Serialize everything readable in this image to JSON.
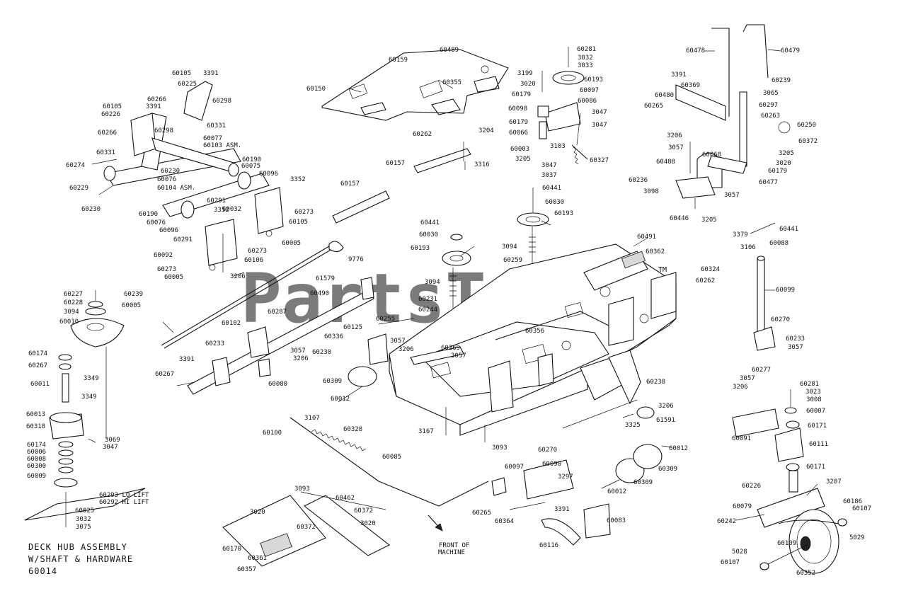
{
  "watermark": "PartsTree",
  "trademark": "TM",
  "caption": {
    "line1": "DECK HUB ASSEMBLY",
    "line2": "W/SHAFT & HARDWARE",
    "line3": "60014"
  },
  "front_note": {
    "line1": "FRONT OF",
    "line2": "MACHINE"
  },
  "labels": [
    {
      "id": "l1",
      "text": "60159"
    },
    {
      "id": "l2",
      "text": "60489"
    },
    {
      "id": "l3",
      "text": "60150"
    },
    {
      "id": "l4",
      "text": "60355"
    },
    {
      "id": "l5",
      "text": "60262"
    },
    {
      "id": "l6",
      "text": "3204"
    },
    {
      "id": "l7",
      "text": "60157"
    },
    {
      "id": "l8",
      "text": "3316"
    },
    {
      "id": "l9",
      "text": "60157"
    },
    {
      "id": "l10",
      "text": "60105"
    },
    {
      "id": "l11",
      "text": "3391"
    },
    {
      "id": "l12",
      "text": "60225"
    },
    {
      "id": "l13",
      "text": "60298"
    },
    {
      "id": "l14",
      "text": "60266"
    },
    {
      "id": "l15",
      "text": "60105"
    },
    {
      "id": "l16",
      "text": "3391"
    },
    {
      "id": "l17",
      "text": "60226"
    },
    {
      "id": "l18",
      "text": "60331"
    },
    {
      "id": "l19",
      "text": "60298"
    },
    {
      "id": "l20",
      "text": "60266"
    },
    {
      "id": "l21",
      "text": "60077"
    },
    {
      "id": "l22",
      "text": "60103 ASM."
    },
    {
      "id": "l23",
      "text": "60331"
    },
    {
      "id": "l24",
      "text": "60190"
    },
    {
      "id": "l25",
      "text": "60274"
    },
    {
      "id": "l26",
      "text": "60230"
    },
    {
      "id": "l27",
      "text": "60075"
    },
    {
      "id": "l28",
      "text": "60096"
    },
    {
      "id": "l29",
      "text": "3352"
    },
    {
      "id": "l30",
      "text": "60076"
    },
    {
      "id": "l31",
      "text": "60104 ASM."
    },
    {
      "id": "l32",
      "text": "60229"
    },
    {
      "id": "l33",
      "text": "60291"
    },
    {
      "id": "l34",
      "text": "60230"
    },
    {
      "id": "l35",
      "text": "3352"
    },
    {
      "id": "l36",
      "text": "60032"
    },
    {
      "id": "l37",
      "text": "60273"
    },
    {
      "id": "l38",
      "text": "60190"
    },
    {
      "id": "l39",
      "text": "60105"
    },
    {
      "id": "l40",
      "text": "60076"
    },
    {
      "id": "l41",
      "text": "60096"
    },
    {
      "id": "l42",
      "text": "60005"
    },
    {
      "id": "l43",
      "text": "60291"
    },
    {
      "id": "l44",
      "text": "60273"
    },
    {
      "id": "l45",
      "text": "60092"
    },
    {
      "id": "l46",
      "text": "60106"
    },
    {
      "id": "l47",
      "text": "60273"
    },
    {
      "id": "l48",
      "text": "60005"
    },
    {
      "id": "l49",
      "text": "3206"
    },
    {
      "id": "l50",
      "text": "60281"
    },
    {
      "id": "l51",
      "text": "3032"
    },
    {
      "id": "l52",
      "text": "3033"
    },
    {
      "id": "l53",
      "text": "3199"
    },
    {
      "id": "l54",
      "text": "60193"
    },
    {
      "id": "l55",
      "text": "3020"
    },
    {
      "id": "l56",
      "text": "60097"
    },
    {
      "id": "l57",
      "text": "60179"
    },
    {
      "id": "l58",
      "text": "60086"
    },
    {
      "id": "l59",
      "text": "60098"
    },
    {
      "id": "l60",
      "text": "3047"
    },
    {
      "id": "l61",
      "text": "60179"
    },
    {
      "id": "l62",
      "text": "3047"
    },
    {
      "id": "l63",
      "text": "60066"
    },
    {
      "id": "l64",
      "text": "3103"
    },
    {
      "id": "l65",
      "text": "60003"
    },
    {
      "id": "l66",
      "text": "3205"
    },
    {
      "id": "l67",
      "text": "3047"
    },
    {
      "id": "l68",
      "text": "60327"
    },
    {
      "id": "l69",
      "text": "3037"
    },
    {
      "id": "l70",
      "text": "60441"
    },
    {
      "id": "l71",
      "text": "60030"
    },
    {
      "id": "l72",
      "text": "60193"
    },
    {
      "id": "l73",
      "text": "60478"
    },
    {
      "id": "l74",
      "text": "60479"
    },
    {
      "id": "l75",
      "text": "3391"
    },
    {
      "id": "l76",
      "text": "60239"
    },
    {
      "id": "l77",
      "text": "60369"
    },
    {
      "id": "l78",
      "text": "3065"
    },
    {
      "id": "l79",
      "text": "60480"
    },
    {
      "id": "l80",
      "text": "60297"
    },
    {
      "id": "l81",
      "text": "60265"
    },
    {
      "id": "l82",
      "text": "60263"
    },
    {
      "id": "l83",
      "text": "60250"
    },
    {
      "id": "l84",
      "text": "3206"
    },
    {
      "id": "l85",
      "text": "60372"
    },
    {
      "id": "l86",
      "text": "3057"
    },
    {
      "id": "l87",
      "text": "60068"
    },
    {
      "id": "l88",
      "text": "3205"
    },
    {
      "id": "l89",
      "text": "60488"
    },
    {
      "id": "l90",
      "text": "3020"
    },
    {
      "id": "l91",
      "text": "60179"
    },
    {
      "id": "l92",
      "text": "60236"
    },
    {
      "id": "l93",
      "text": "60477"
    },
    {
      "id": "l94",
      "text": "3098"
    },
    {
      "id": "l95",
      "text": "3057"
    },
    {
      "id": "l96",
      "text": "60446"
    },
    {
      "id": "l97",
      "text": "3205"
    },
    {
      "id": "l98",
      "text": "60441"
    },
    {
      "id": "l99",
      "text": "60030"
    },
    {
      "id": "l100",
      "text": "60193"
    },
    {
      "id": "l101",
      "text": "3094"
    },
    {
      "id": "l102",
      "text": "60231"
    },
    {
      "id": "l103",
      "text": "60244"
    },
    {
      "id": "l104",
      "text": "3094"
    },
    {
      "id": "l105",
      "text": "60259"
    },
    {
      "id": "l106",
      "text": "60491"
    },
    {
      "id": "l107",
      "text": "60362"
    },
    {
      "id": "l108",
      "text": "60324"
    },
    {
      "id": "l109",
      "text": "60262"
    },
    {
      "id": "l110",
      "text": "3379"
    },
    {
      "id": "l111",
      "text": "60441"
    },
    {
      "id": "l112",
      "text": "3106"
    },
    {
      "id": "l113",
      "text": "60088"
    },
    {
      "id": "l114",
      "text": "60099"
    },
    {
      "id": "l115",
      "text": "9776"
    },
    {
      "id": "l116",
      "text": "61579"
    },
    {
      "id": "l117",
      "text": "60490"
    },
    {
      "id": "l118",
      "text": "60227"
    },
    {
      "id": "l119",
      "text": "60239"
    },
    {
      "id": "l120",
      "text": "60228"
    },
    {
      "id": "l121",
      "text": "60005"
    },
    {
      "id": "l122",
      "text": "3094"
    },
    {
      "id": "l123",
      "text": "60010"
    },
    {
      "id": "l124",
      "text": "60174"
    },
    {
      "id": "l125",
      "text": "60267"
    },
    {
      "id": "l126",
      "text": "60011"
    },
    {
      "id": "l127",
      "text": "3349"
    },
    {
      "id": "l128",
      "text": "3349"
    },
    {
      "id": "l129",
      "text": "60013"
    },
    {
      "id": "l130",
      "text": "60318"
    },
    {
      "id": "l131",
      "text": "3069"
    },
    {
      "id": "l132",
      "text": "3047"
    },
    {
      "id": "l133",
      "text": "60174"
    },
    {
      "id": "l134",
      "text": "60006"
    },
    {
      "id": "l135",
      "text": "60008"
    },
    {
      "id": "l136",
      "text": "60300"
    },
    {
      "id": "l137",
      "text": "60009"
    },
    {
      "id": "l138",
      "text": "60293 LO LIFT"
    },
    {
      "id": "l139",
      "text": "60292 HI LIFT"
    },
    {
      "id": "l140",
      "text": "60025"
    },
    {
      "id": "l141",
      "text": "3032"
    },
    {
      "id": "l142",
      "text": "3075"
    },
    {
      "id": "l143",
      "text": "60287"
    },
    {
      "id": "l144",
      "text": "60102"
    },
    {
      "id": "l145",
      "text": "60233"
    },
    {
      "id": "l146",
      "text": "3391"
    },
    {
      "id": "l147",
      "text": "3057"
    },
    {
      "id": "l148",
      "text": "3206"
    },
    {
      "id": "l149",
      "text": "60267"
    },
    {
      "id": "l150",
      "text": "60080"
    },
    {
      "id": "l151",
      "text": "60255"
    },
    {
      "id": "l152",
      "text": "60125"
    },
    {
      "id": "l153",
      "text": "60336"
    },
    {
      "id": "l154",
      "text": "3057"
    },
    {
      "id": "l155",
      "text": "3206"
    },
    {
      "id": "l156",
      "text": "60230"
    },
    {
      "id": "l157",
      "text": "60269"
    },
    {
      "id": "l158",
      "text": "3057"
    },
    {
      "id": "l159",
      "text": "60356"
    },
    {
      "id": "l160",
      "text": "60309"
    },
    {
      "id": "l161",
      "text": "60012"
    },
    {
      "id": "l162",
      "text": "3167"
    },
    {
      "id": "l163",
      "text": "3093"
    },
    {
      "id": "l164",
      "text": "60270"
    },
    {
      "id": "l165",
      "text": "60238"
    },
    {
      "id": "l166",
      "text": "3206"
    },
    {
      "id": "l167",
      "text": "3325"
    },
    {
      "id": "l168",
      "text": "61591"
    },
    {
      "id": "l169",
      "text": "60270"
    },
    {
      "id": "l170",
      "text": "60233"
    },
    {
      "id": "l171",
      "text": "3057"
    },
    {
      "id": "l172",
      "text": "60277"
    },
    {
      "id": "l173",
      "text": "3057"
    },
    {
      "id": "l174",
      "text": "3206"
    },
    {
      "id": "l175",
      "text": "3107"
    },
    {
      "id": "l176",
      "text": "60100"
    },
    {
      "id": "l177",
      "text": "60328"
    },
    {
      "id": "l178",
      "text": "60085"
    },
    {
      "id": "l179",
      "text": "60012"
    },
    {
      "id": "l180",
      "text": "60309"
    },
    {
      "id": "l181",
      "text": "60012"
    },
    {
      "id": "l182",
      "text": "60309"
    },
    {
      "id": "l183",
      "text": "60097"
    },
    {
      "id": "l184",
      "text": "60090"
    },
    {
      "id": "l185",
      "text": "3297"
    },
    {
      "id": "l186",
      "text": "60265"
    },
    {
      "id": "l187",
      "text": "3391"
    },
    {
      "id": "l188",
      "text": "60364"
    },
    {
      "id": "l189",
      "text": "60083"
    },
    {
      "id": "l190",
      "text": "60116"
    },
    {
      "id": "l191",
      "text": "3093"
    },
    {
      "id": "l192",
      "text": "60462"
    },
    {
      "id": "l193",
      "text": "60372"
    },
    {
      "id": "l194",
      "text": "3020"
    },
    {
      "id": "l195",
      "text": "3020"
    },
    {
      "id": "l196",
      "text": "60372"
    },
    {
      "id": "l197",
      "text": "60170"
    },
    {
      "id": "l198",
      "text": "60361"
    },
    {
      "id": "l199",
      "text": "60357"
    },
    {
      "id": "l200",
      "text": "60281"
    },
    {
      "id": "l201",
      "text": "3023"
    },
    {
      "id": "l202",
      "text": "3008"
    },
    {
      "id": "l203",
      "text": "60007"
    },
    {
      "id": "l204",
      "text": "60171"
    },
    {
      "id": "l205",
      "text": "60091"
    },
    {
      "id": "l206",
      "text": "60111"
    },
    {
      "id": "l207",
      "text": "60171"
    },
    {
      "id": "l208",
      "text": "60226"
    },
    {
      "id": "l209",
      "text": "3207"
    },
    {
      "id": "l210",
      "text": "60079"
    },
    {
      "id": "l211",
      "text": "60186"
    },
    {
      "id": "l212",
      "text": "60107"
    },
    {
      "id": "l213",
      "text": "60242"
    },
    {
      "id": "l214",
      "text": "5029"
    },
    {
      "id": "l215",
      "text": "5028"
    },
    {
      "id": "l216",
      "text": "60109"
    },
    {
      "id": "l217",
      "text": "60107"
    },
    {
      "id": "l218",
      "text": "60352"
    }
  ]
}
